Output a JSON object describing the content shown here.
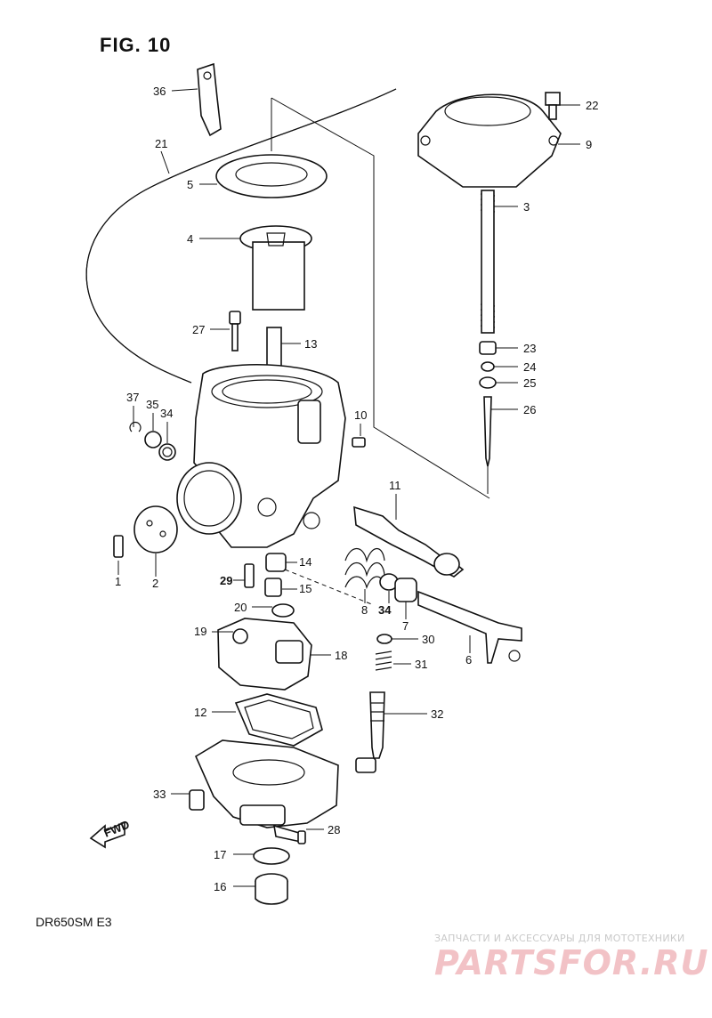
{
  "figure": {
    "title": "FIG. 10",
    "model_code": "DR650SM E3"
  },
  "watermark": {
    "tagline": "ЗАПЧАСТИ И АКСЕССУАРЫ ДЛЯ МОТОТЕХНИКИ",
    "logo_text": "PARTSFOR.RU",
    "logo_color": "#f2c2c6"
  },
  "fwd_marker": "FWD",
  "callouts": [
    "1",
    "2",
    "3",
    "4",
    "5",
    "6",
    "7",
    "8",
    "9",
    "10",
    "11",
    "12",
    "13",
    "14",
    "15",
    "16",
    "17",
    "18",
    "19",
    "20",
    "21",
    "22",
    "23",
    "24",
    "25",
    "26",
    "27",
    "28",
    "29",
    "30",
    "31",
    "32",
    "33",
    "34",
    "34",
    "35",
    "36",
    "37"
  ]
}
